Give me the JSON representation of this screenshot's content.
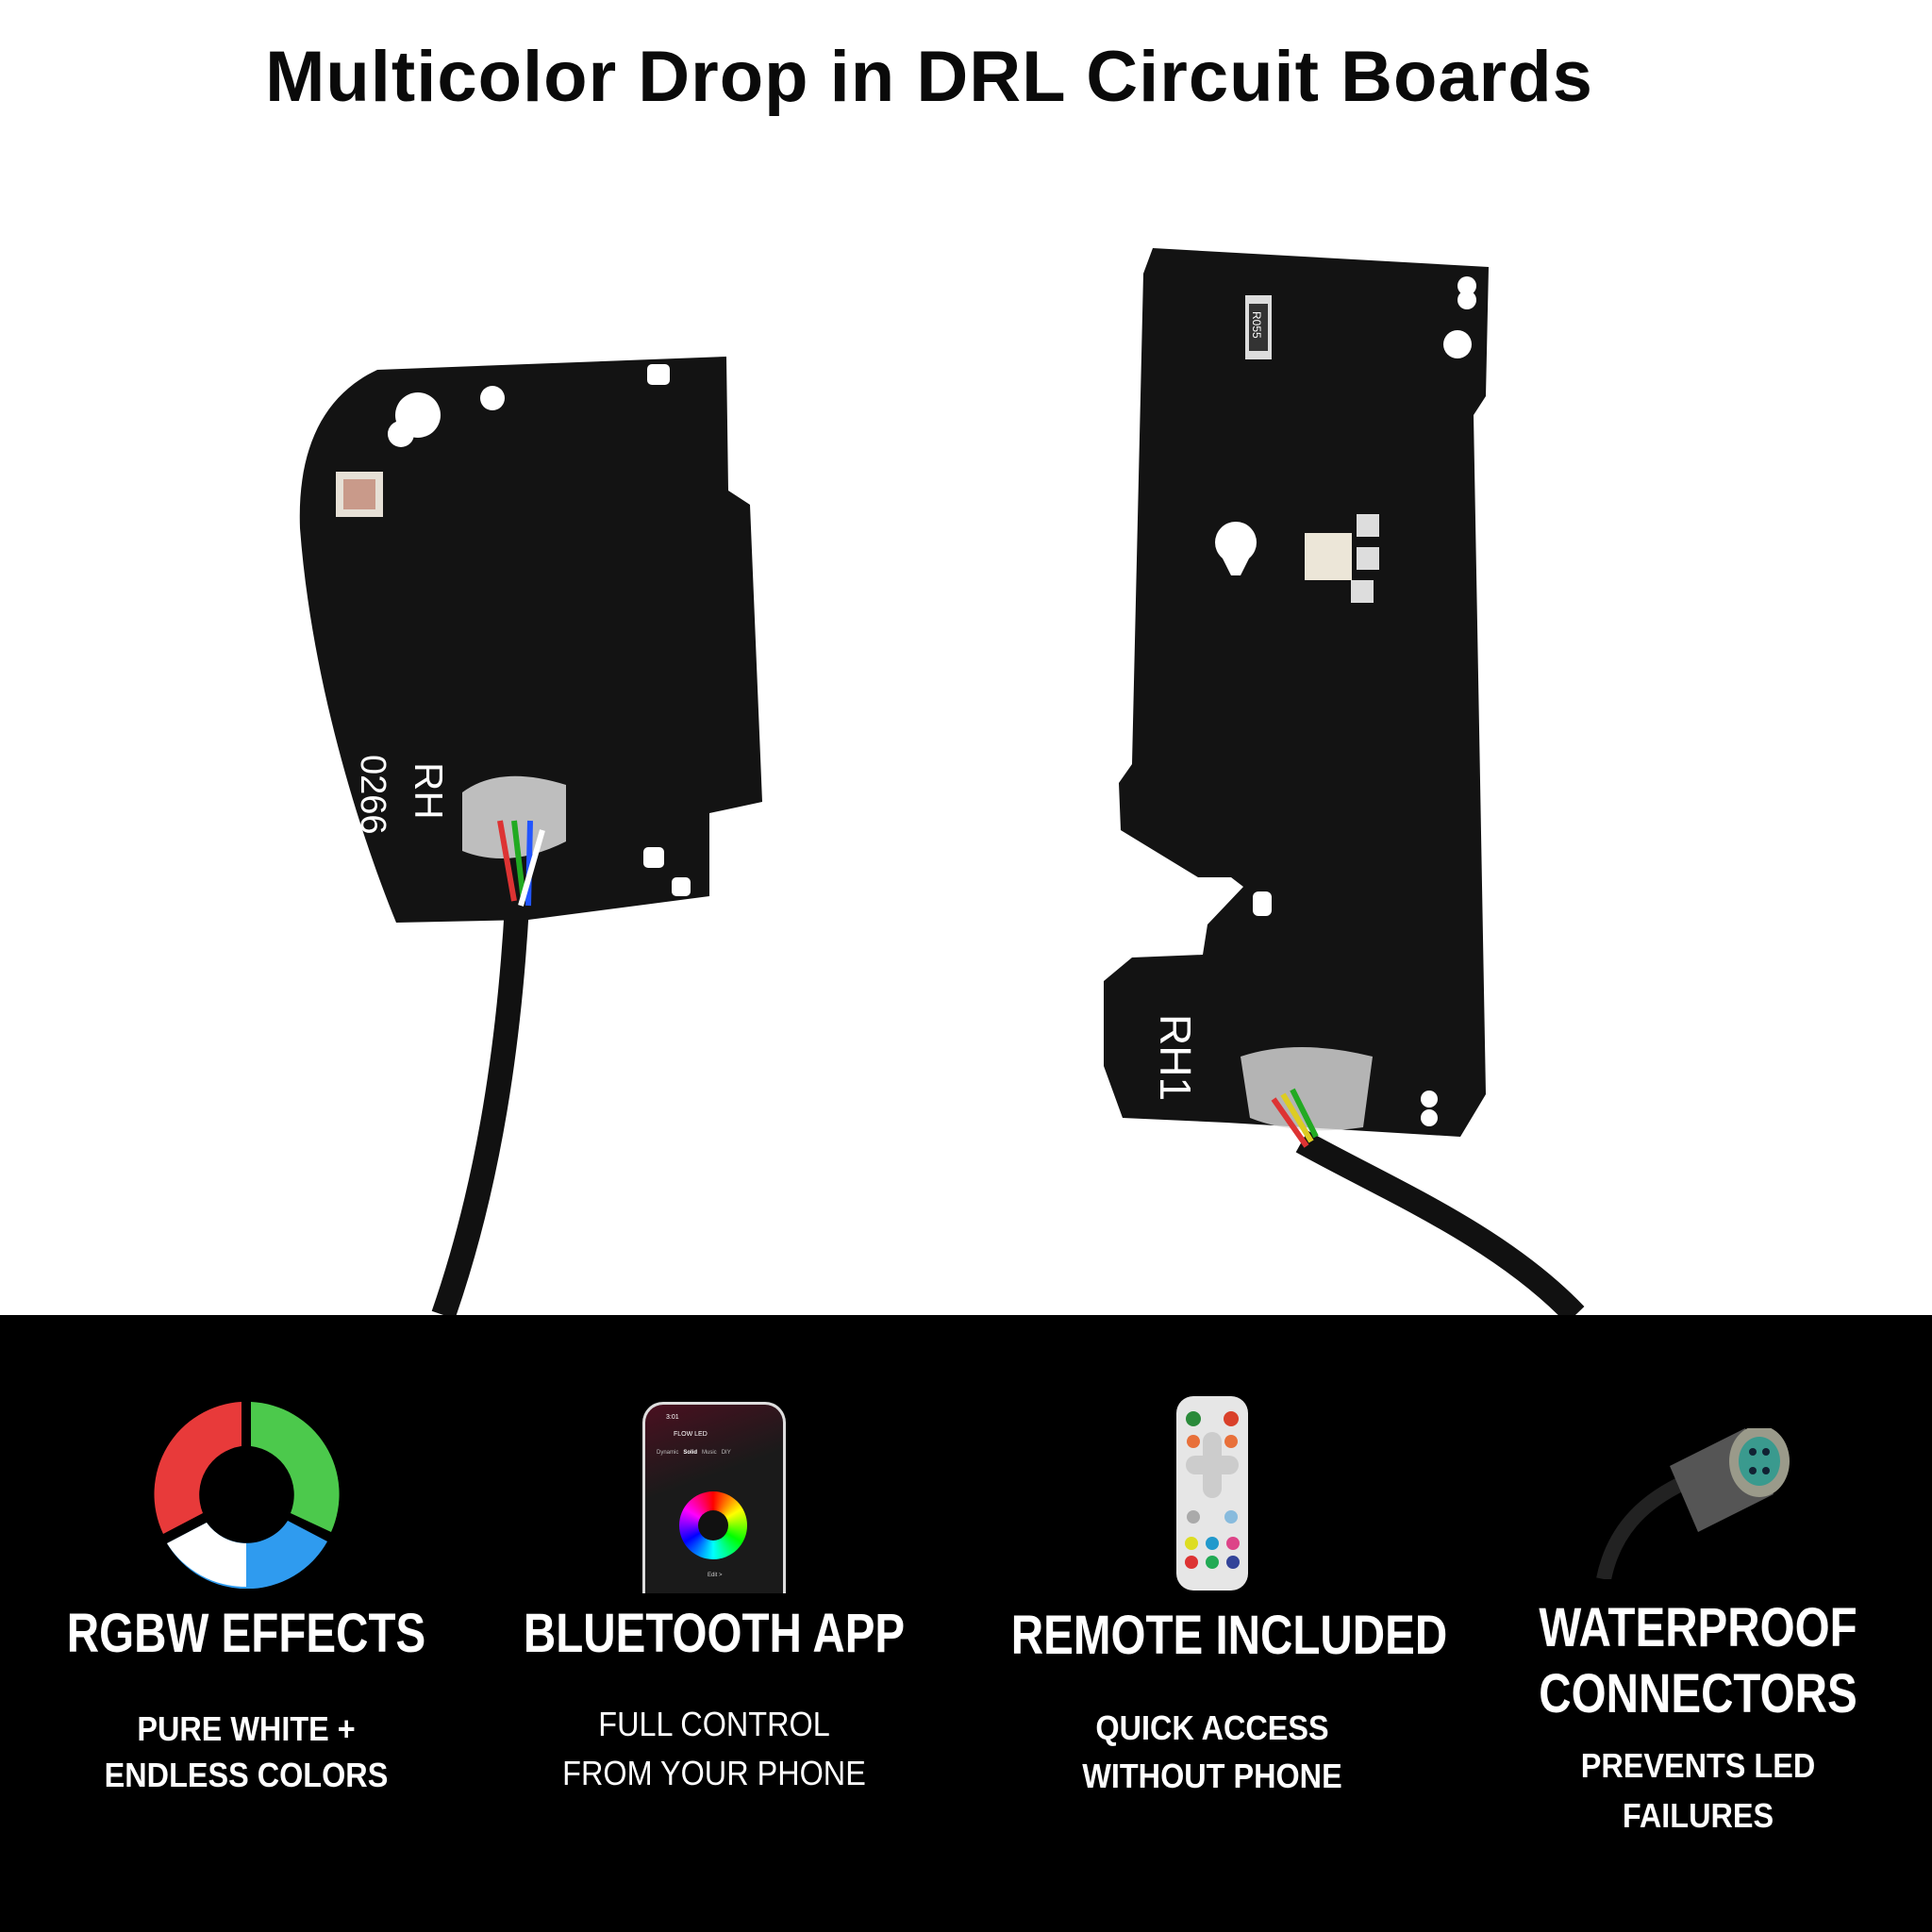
{
  "title": "Multicolor Drop in DRL Circuit Boards",
  "boards": {
    "left": {
      "label": "RH",
      "code": "0266"
    },
    "right": {
      "label": "RH1",
      "resistor": "R055"
    }
  },
  "features": [
    {
      "icon": "rgbw-ring-icon",
      "heading": [
        "RGBW EFFECTS"
      ],
      "sub": [
        "PURE WHITE +",
        "ENDLESS COLORS"
      ]
    },
    {
      "icon": "smartphone-app-icon",
      "heading": [
        "BLUETOOTH APP"
      ],
      "sub": [
        "FULL CONTROL",
        "FROM YOUR PHONE"
      ],
      "phone": {
        "time": "3:01",
        "app_title": "FLOW LED",
        "tabs": [
          "Dynamic",
          "Solid",
          "Music",
          "DIY"
        ],
        "edit": "Edit >"
      }
    },
    {
      "icon": "remote-control-icon",
      "heading": [
        "REMOTE INCLUDED"
      ],
      "sub": [
        "QUICK ACCESS",
        "WITHOUT PHONE"
      ]
    },
    {
      "icon": "waterproof-connector-icon",
      "heading": [
        "WATERPROOF",
        "CONNECTORS"
      ],
      "sub": [
        "PREVENTS LED",
        "FAILURES"
      ]
    }
  ],
  "colors": {
    "red": "#e83a3a",
    "green": "#4cc94c",
    "blue": "#2f9bef",
    "white": "#ffffff",
    "band": "#000000"
  }
}
